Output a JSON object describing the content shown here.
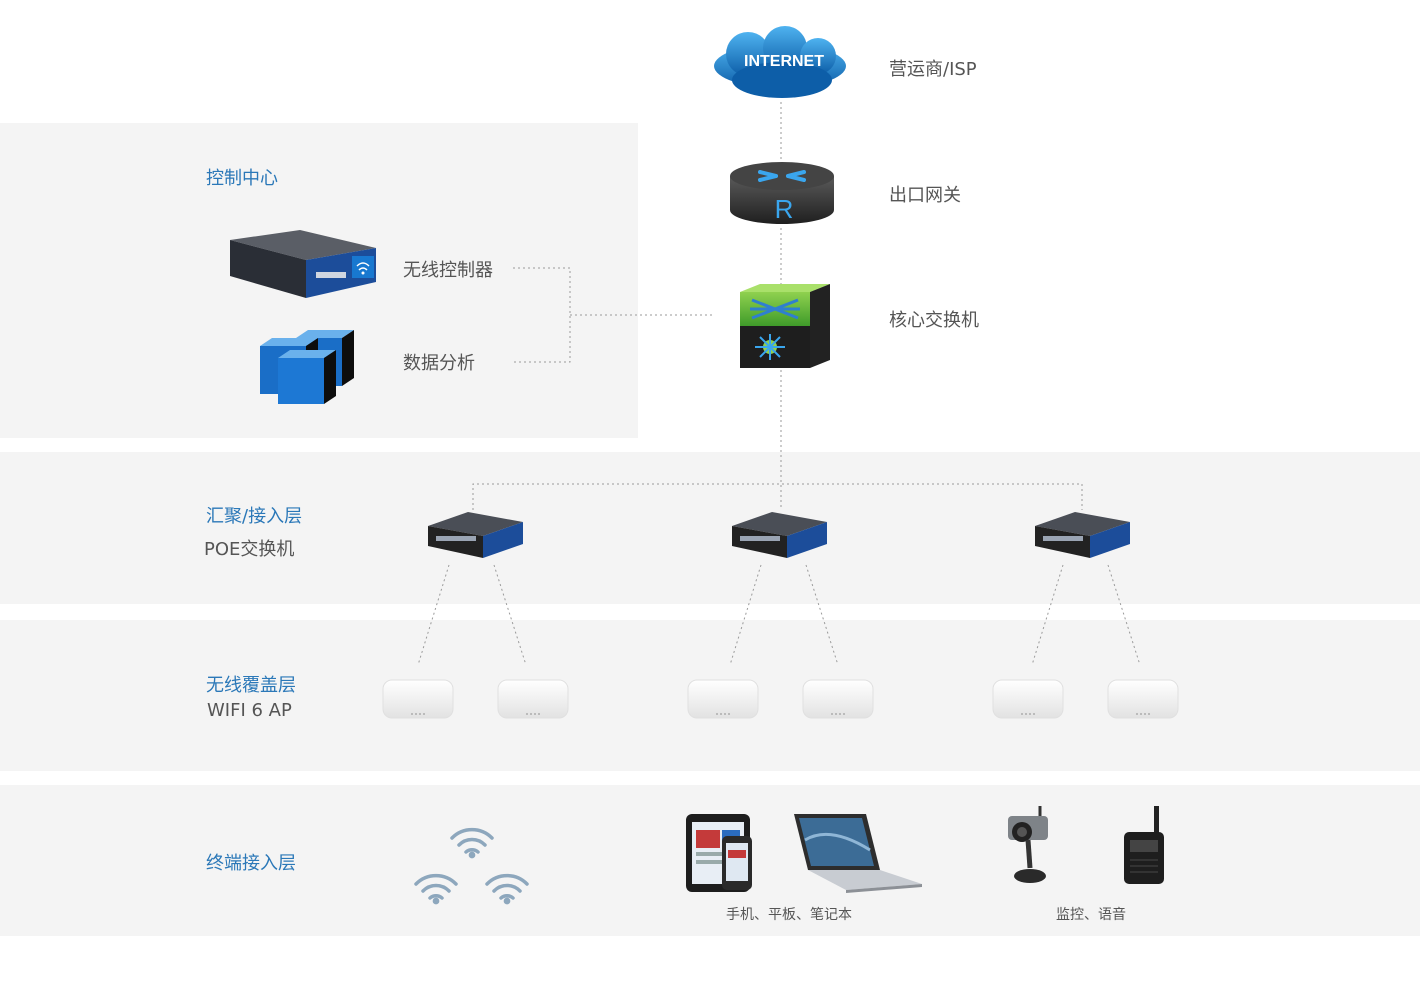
{
  "top": {
    "internet_text": "INTERNET",
    "isp_label": "营运商/ISP",
    "gateway_label": "出口网关",
    "core_switch_label": "核心交换机"
  },
  "control_center": {
    "title": "控制中心",
    "wireless_controller_label": "无线控制器",
    "data_analysis_label": "数据分析"
  },
  "layers": {
    "aggregation": {
      "title": "汇聚/接入层",
      "subtitle": "POE交换机"
    },
    "wireless": {
      "title": "无线覆盖层",
      "subtitle": "WIFI 6 AP"
    },
    "terminal": {
      "title": "终端接入层"
    }
  },
  "terminals": {
    "devices_caption": "手机、平板、笔记本",
    "monitor_caption": "监控、语音"
  },
  "colors": {
    "label_blue": "#2b78b8",
    "band_gray": "#f4f4f4"
  }
}
